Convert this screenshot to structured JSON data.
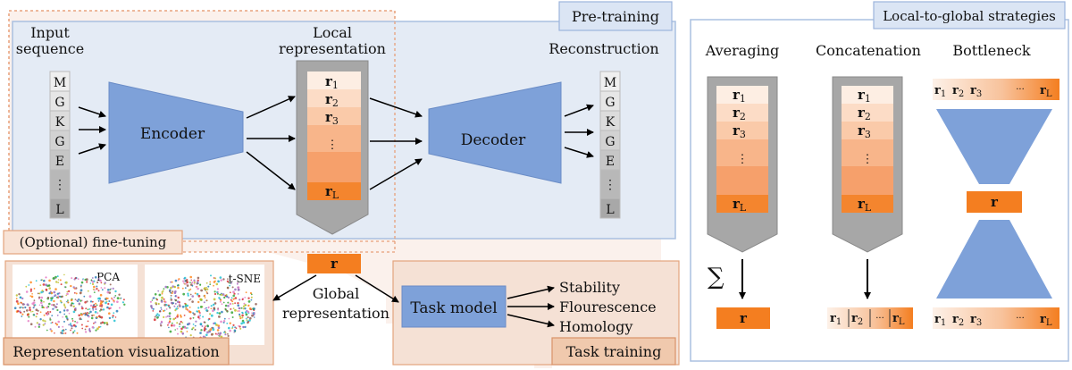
{
  "pretrain": {
    "title": "Pre-training",
    "input_label": [
      "Input",
      "sequence"
    ],
    "sequence": [
      "M",
      "G",
      "K",
      "G",
      "E",
      "⋮",
      "L"
    ],
    "encoder": "Encoder",
    "decoder": "Decoder",
    "local_label": [
      "Local",
      "representation"
    ],
    "recon_label": "Reconstruction",
    "vectors": [
      "r",
      "r",
      "r",
      "⋮",
      "r"
    ],
    "vector_subs": [
      "1",
      "2",
      "3",
      "",
      "L"
    ]
  },
  "finetune": {
    "title": "(Optional) fine-tuning",
    "global_vector": "r",
    "global_label": [
      "Global",
      "representation"
    ]
  },
  "viz": {
    "title": "Representation visualization",
    "pca": "PCA",
    "tsne": "t-SNE"
  },
  "task": {
    "title": "Task training",
    "model": "Task model",
    "outputs": [
      "Stability",
      "Flourescence",
      "Homology"
    ]
  },
  "strategies": {
    "title": "Local-to-global strategies",
    "averaging": "Averaging",
    "concatenation": "Concatenation",
    "bottleneck": "Bottleneck",
    "sum_symbol": "∑",
    "ellipsis": "···"
  },
  "colors": {
    "encoder_blue": "#7ea1d9",
    "orange": "#f47e20",
    "pretrain_bg": "#e4ebf5",
    "finetune_bg": "#f7e6dc",
    "gray": "#a7a7a7"
  }
}
